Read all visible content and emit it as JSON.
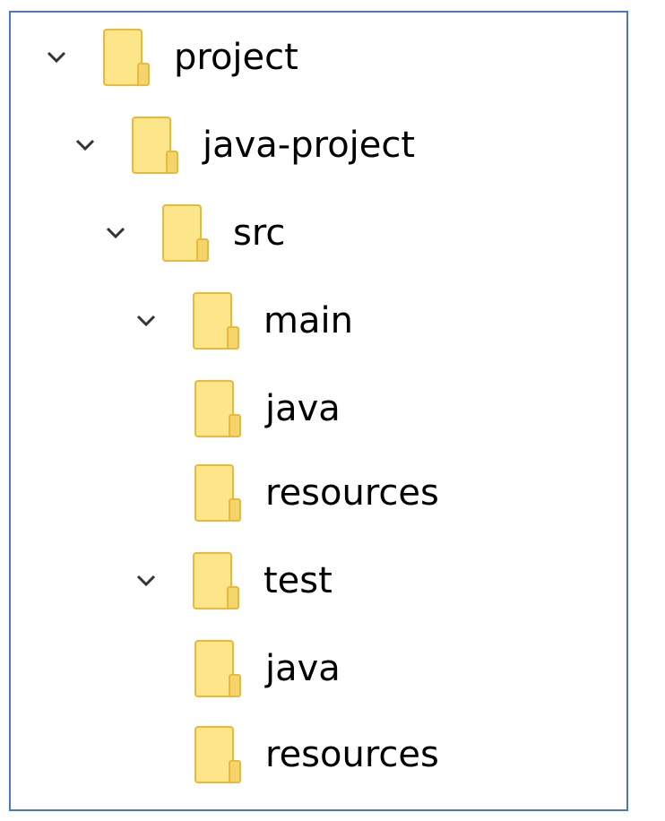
{
  "tree": {
    "items": [
      {
        "label": "project",
        "expanded": true
      },
      {
        "label": "java-project",
        "expanded": true
      },
      {
        "label": "src",
        "expanded": true
      },
      {
        "label": "main",
        "expanded": true
      },
      {
        "label": "java",
        "expanded": false
      },
      {
        "label": "resources",
        "expanded": false
      },
      {
        "label": "test",
        "expanded": true
      },
      {
        "label": "java",
        "expanded": false
      },
      {
        "label": "resources",
        "expanded": false
      }
    ]
  },
  "icons": {
    "expander": "chevron-down-icon",
    "node": "folder-icon"
  },
  "colors": {
    "frame_border": "#4a78c4",
    "folder_fill": "#fde68a",
    "folder_edge": "#e8b93a"
  }
}
